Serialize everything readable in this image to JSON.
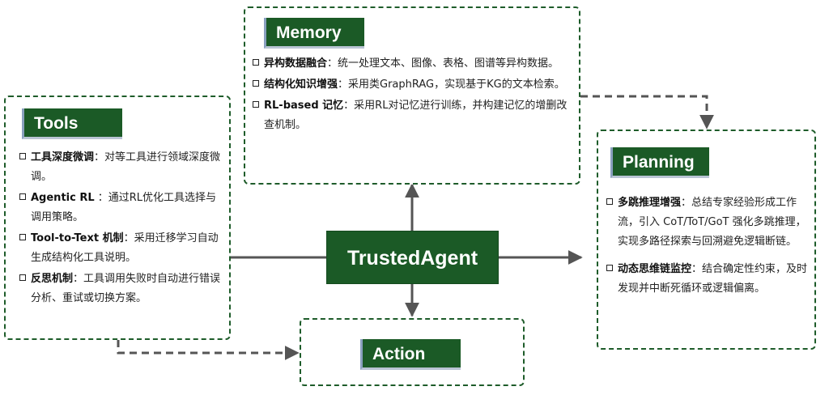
{
  "center": {
    "label": "TrustedAgent"
  },
  "memory": {
    "title": "Memory",
    "items": [
      {
        "title": "异构数据融合",
        "text": "：统一处理文本、图像、表格、图谱等异构数据。"
      },
      {
        "title": "结构化知识增强",
        "text": "：采用类GraphRAG，实现基于KG的文本检索。"
      },
      {
        "title": "RL-based 记忆",
        "text": "：采用RL对记忆进行训练，并构建记忆的增删改查机制。"
      }
    ]
  },
  "tools": {
    "title": "Tools",
    "items": [
      {
        "title": "工具深度微调",
        "text": "：对等工具进行领域深度微调。"
      },
      {
        "title": " Agentic RL",
        "text": " ：通过RL优化工具选择与调用策略。"
      },
      {
        "title": "Tool-to-Text 机制",
        "text": "：采用迁移学习自动生成结构化工具说明。"
      },
      {
        "title": "反思机制",
        "text": "：工具调用失败时自动进行错误分析、重试或切换方案。"
      }
    ]
  },
  "planning": {
    "title": "Planning",
    "items": [
      {
        "title": "多跳推理增强",
        "text": "：总结专家经验形成工作流，引入 CoT/ToT/GoT 强化多跳推理，实现多路径探索与回溯避免逻辑断链。"
      },
      {
        "title": "动态思维链监控",
        "text": "：结合确定性约束，及时发现并中断死循环或逻辑偏离。"
      }
    ]
  },
  "action": {
    "title": "Action"
  },
  "colors": {
    "accent": "#1b5a26",
    "border": "#1e5c2a",
    "arrow": "#555555"
  }
}
